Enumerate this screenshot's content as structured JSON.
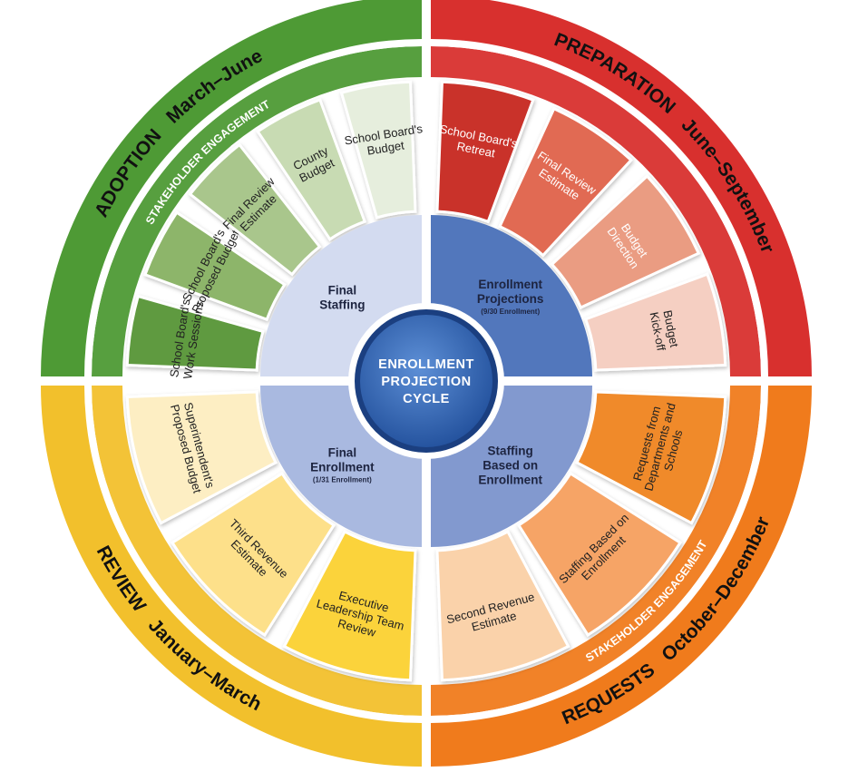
{
  "center": {
    "lines": [
      "ENROLLMENT",
      "PROJECTION",
      "CYCLE"
    ],
    "color": "#2e63b3"
  },
  "quadrants": [
    {
      "id": "preparation",
      "title": "PREPARATION",
      "months": "June–September",
      "ring_color": "#d8302e",
      "text_color": "#111111",
      "stakeholder": "",
      "segments": [
        {
          "lines": [
            "School Board's",
            "Retreat"
          ],
          "color": "#c9302b",
          "light": true
        },
        {
          "lines": [
            "Final Review",
            "Estimate"
          ],
          "color": "#e16a52",
          "light": true
        },
        {
          "lines": [
            "Budget",
            "Direction"
          ],
          "color": "#ea9c82",
          "light": true
        },
        {
          "lines": [
            "Budget",
            "Kick-off"
          ],
          "color": "#f5cfc2",
          "light": false
        }
      ],
      "inner": {
        "lines": [
          "Enrollment",
          "Projections"
        ],
        "sub": "(9/30 Enrollment)",
        "color": "#5277bc",
        "light": false
      }
    },
    {
      "id": "requests",
      "title": "REQUESTS",
      "months": "October–December",
      "ring_color": "#f07b1c",
      "text_color": "#111111",
      "stakeholder": "STAKEHOLDER ENGAGEMENT",
      "segments": [
        {
          "lines": [
            "Requests from",
            "Departments and",
            "Schools"
          ],
          "color": "#f08a2a",
          "light": false
        },
        {
          "lines": [
            "Staffing Based on",
            "Enrollment"
          ],
          "color": "#f6a466",
          "light": false
        },
        {
          "lines": [
            "Second Revenue",
            "Estimate"
          ],
          "color": "#fad2aa",
          "light": false
        }
      ],
      "inner": {
        "lines": [
          "Staffing",
          "Based on",
          "Enrollment"
        ],
        "sub": "",
        "color": "#8299cf",
        "light": false
      }
    },
    {
      "id": "review",
      "title": "REVIEW",
      "months": "January–March",
      "ring_color": "#f2c02c",
      "text_color": "#111111",
      "stakeholder": "",
      "segments": [
        {
          "lines": [
            "Executive",
            "Leadership Team",
            "Review"
          ],
          "color": "#fbd33a",
          "light": false
        },
        {
          "lines": [
            "Third Revenue",
            "Estimate"
          ],
          "color": "#fde08a",
          "light": false
        },
        {
          "lines": [
            "Superintendent's",
            "Proposed Budget"
          ],
          "color": "#fdeec3",
          "light": false
        }
      ],
      "inner": {
        "lines": [
          "Final",
          "Enrollment"
        ],
        "sub": "(1/31 Enrollment)",
        "color": "#a9b9e0",
        "light": false
      }
    },
    {
      "id": "adoption",
      "title": "ADOPTION",
      "months": "March–June",
      "ring_color": "#4e9a35",
      "text_color": "#111111",
      "stakeholder": "STAKEHOLDER ENGAGEMENT",
      "segments": [
        {
          "lines": [
            "School Board's",
            "Work Sessions"
          ],
          "color": "#5f9a3f",
          "light": false
        },
        {
          "lines": [
            "School Board's",
            "Proposed Budget"
          ],
          "color": "#8db56a",
          "light": false
        },
        {
          "lines": [
            "Final Review",
            "Estimate"
          ],
          "color": "#a9c68c",
          "light": false
        },
        {
          "lines": [
            "County",
            "Budget"
          ],
          "color": "#c8dbb3",
          "light": false
        },
        {
          "lines": [
            "School Board's",
            "Budget"
          ],
          "color": "#e6eedd",
          "light": false
        }
      ],
      "inner": {
        "lines": [
          "Final",
          "Staffing"
        ],
        "sub": "",
        "color": "#d3dbf0",
        "light": false
      }
    }
  ]
}
